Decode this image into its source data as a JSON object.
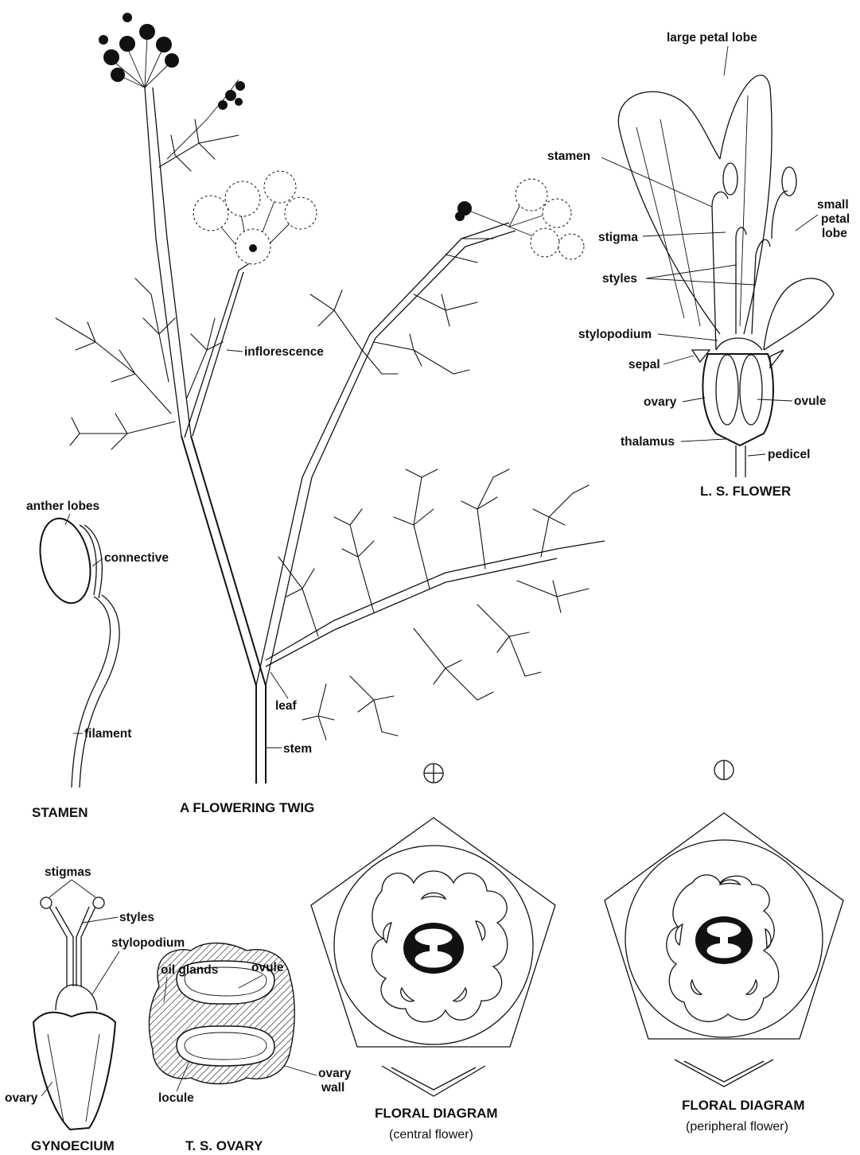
{
  "twig": {
    "caption": "A FLOWERING TWIG",
    "labels": {
      "inflorescence": "inflorescence",
      "leaf": "leaf",
      "stem": "stem"
    }
  },
  "ls_flower": {
    "caption": "L. S. FLOWER",
    "labels": {
      "large_petal_lobe": "large petal lobe",
      "stamen": "stamen",
      "small": "small",
      "petal": "petal",
      "lobe": "lobe",
      "stigma": "stigma",
      "styles": "styles",
      "stylopodium": "stylopodium",
      "sepal": "sepal",
      "ovary": "ovary",
      "ovule": "ovule",
      "thalamus": "thalamus",
      "pedicel": "pedicel"
    }
  },
  "stamen": {
    "caption": "STAMEN",
    "labels": {
      "anther_lobes": "anther lobes",
      "connective": "connective",
      "filament": "filament"
    }
  },
  "gynoecium": {
    "caption": "GYNOECIUM",
    "labels": {
      "stigmas": "stigmas",
      "styles": "styles",
      "stylopodium": "stylopodium",
      "ovary": "ovary"
    }
  },
  "ts_ovary": {
    "caption": "T. S. OVARY",
    "labels": {
      "oil_glands": "oil glands",
      "ovule": "ovule",
      "locule": "locule",
      "ovary": "ovary",
      "wall": "wall"
    }
  },
  "floral_central": {
    "caption": "FLORAL DIAGRAM",
    "subcaption": "(central flower)",
    "symbol": "⊕"
  },
  "floral_peripheral": {
    "caption": "FLORAL DIAGRAM",
    "subcaption": "(peripheral flower)",
    "symbol": "⦶"
  },
  "colors": {
    "ink": "#111111",
    "paper": "#ffffff"
  }
}
